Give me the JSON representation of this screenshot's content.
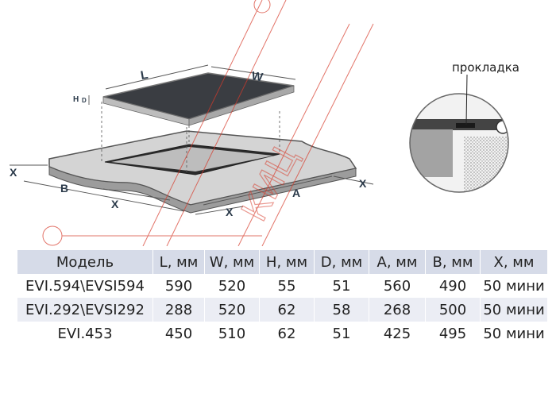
{
  "diagram": {
    "dims": {
      "L": "L",
      "W": "W",
      "H": "H",
      "D": "D",
      "A": "A",
      "B": "B",
      "X": "X"
    },
    "callout_label": "прокладка",
    "watermark": "КИЦ"
  },
  "table": {
    "headers": [
      "Модель",
      "L, мм",
      "W, мм",
      "H, мм",
      "D, мм",
      "A, мм",
      "B, мм",
      "X, мм"
    ],
    "rows": [
      [
        "EVI.594\\EVSI594",
        "590",
        "520",
        "55",
        "51",
        "560",
        "490",
        "50 мини"
      ],
      [
        "EVI.292\\EVSI292",
        "288",
        "520",
        "62",
        "58",
        "268",
        "500",
        "50 мини"
      ],
      [
        "EVI.453",
        "450",
        "510",
        "62",
        "51",
        "425",
        "495",
        "50 мини"
      ]
    ]
  },
  "colors": {
    "hob_top": "#3a3d42",
    "countertop": "#cfcfcf",
    "watermark": "#d73a2a",
    "table_header_bg": "#d6dbe8",
    "table_stripe_bg": "#ebedf4"
  }
}
